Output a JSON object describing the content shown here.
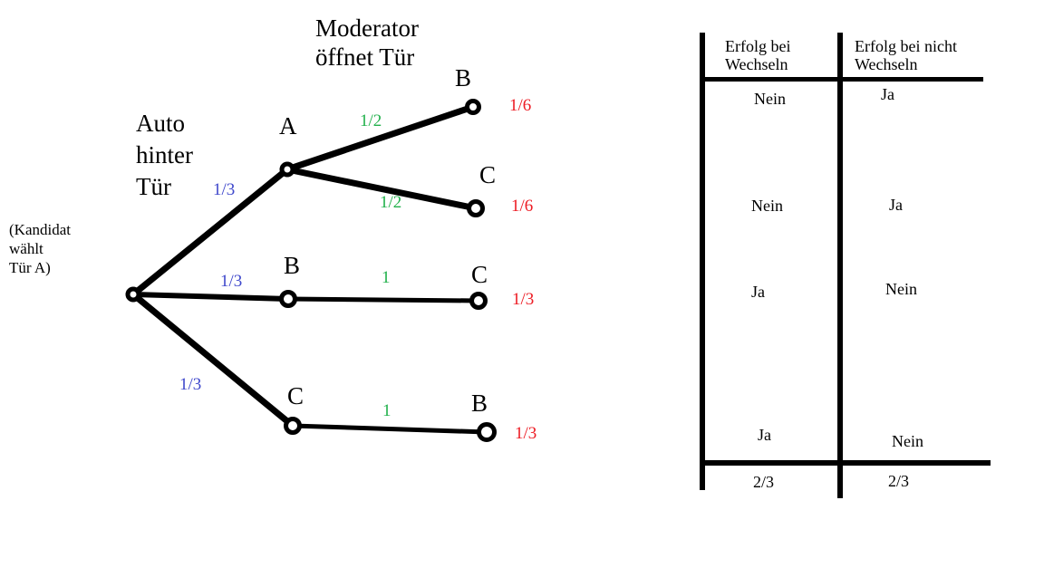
{
  "colors": {
    "ink": "#000000",
    "first_level": "#3F48CC",
    "second_level": "#22B14C",
    "outcome": "#ED1C24"
  },
  "tree": {
    "title": {
      "line1": "Moderator",
      "line2": "öffnet Tür"
    },
    "first_level_label": {
      "line1": "Auto",
      "line2": "hinter",
      "line3": "Tür"
    },
    "note": {
      "line1": "(Kandidat",
      "line2": "wählt",
      "line3": "Tür A)"
    },
    "nodes": {
      "level1_a": "A",
      "level2_top_b": "B",
      "level2_top_c": "C",
      "level1_b": "B",
      "level2_mid_c": "C",
      "level1_c": "C",
      "level2_bot_b": "B"
    },
    "branch_probabilities": {
      "root_to_a": "1/3",
      "root_to_b": "1/3",
      "root_to_c": "1/3",
      "a_to_b": "1/2",
      "a_to_c": "1/2",
      "b_to_c": "1",
      "c_to_b": "1"
    },
    "outcome_probabilities": {
      "a_b": "1/6",
      "a_c": "1/6",
      "b_c": "1/3",
      "c_b": "1/3"
    }
  },
  "table": {
    "headers": {
      "col1": {
        "line1": "Erfolg bei",
        "line2": "Wechseln"
      },
      "col2": {
        "line1": "Erfolg bei nicht",
        "line2": "Wechseln"
      }
    },
    "rows": [
      {
        "wechseln": "Nein",
        "nicht_wechseln": "Ja"
      },
      {
        "wechseln": "Nein",
        "nicht_wechseln": "Ja"
      },
      {
        "wechseln": "Ja",
        "nicht_wechseln": "Nein"
      },
      {
        "wechseln": "Ja",
        "nicht_wechseln": "Nein"
      }
    ],
    "totals": {
      "wechseln": "2/3",
      "nicht_wechseln": "2/3"
    }
  }
}
